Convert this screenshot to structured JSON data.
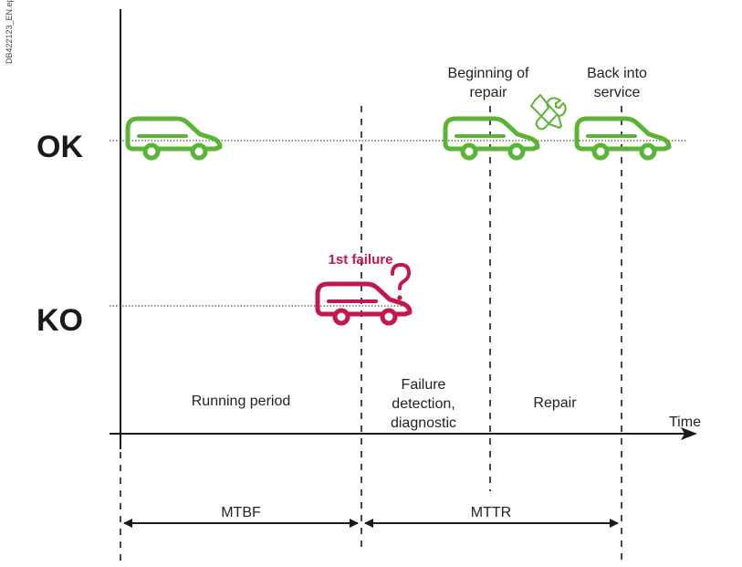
{
  "doc_id": "DB422123_EN.eps",
  "states": {
    "ok": "OK",
    "ko": "KO"
  },
  "axis": {
    "time_label": "Time"
  },
  "events": {
    "first_failure": "1st failure",
    "beginning_of_repair": [
      "Beginning of",
      "repair"
    ],
    "back_into_service": [
      "Back into",
      "service"
    ]
  },
  "phases": {
    "running": "Running period",
    "detection": [
      "Failure",
      "detection,",
      "diagnostic"
    ],
    "repair": "Repair"
  },
  "intervals": {
    "mtbf": "MTBF",
    "mttr": "MTTR"
  },
  "colors": {
    "ok_car": "#5ab534",
    "ko_car": "#c2184b",
    "axis": "#1a1a1a",
    "dashed": "#1a1a1a",
    "dotted": "#555555"
  },
  "icons": {
    "ok_car": "car-icon",
    "ko_car": "broken-car-icon",
    "question": "question-mark-icon",
    "tools": "tools-icon"
  }
}
